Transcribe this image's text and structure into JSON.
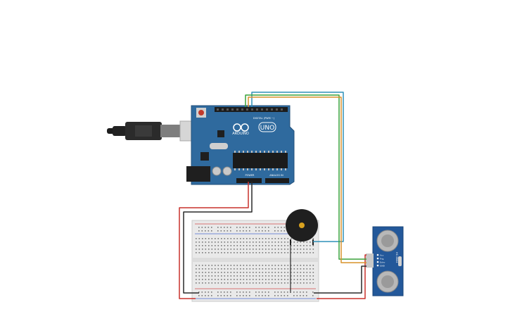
{
  "arduino": {
    "brand": "ARDUINO",
    "model": "UNO",
    "digital_label": "DIGITAL (PWM ~)",
    "power_label": "POWER",
    "analog_label": "ANALOG IN",
    "icon": "arduino-infinity-logo"
  },
  "ultrasonic": {
    "pins": [
      "Vcc",
      "Trig",
      "Echo",
      "GND"
    ],
    "model": "HC-SR04"
  },
  "breadboard": {
    "icon": "breadboard"
  },
  "buzzer": {
    "icon": "piezo-buzzer"
  },
  "usb": {
    "icon": "usb-cable"
  },
  "colors": {
    "board": "#2f6a9e",
    "wire_red": "#c9302c",
    "wire_black": "#2a2a2a",
    "wire_green": "#3aa23a",
    "wire_blue": "#2e90b8",
    "wire_orange": "#d9922a",
    "sensor": "#23589a"
  }
}
